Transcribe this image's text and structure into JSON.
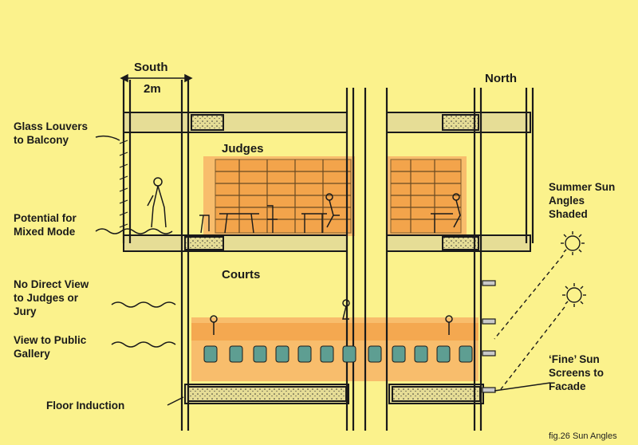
{
  "labels": {
    "south": "South",
    "dimension": "2m",
    "north": "North",
    "judges": "Judges",
    "courts": "Courts",
    "glass_louvers": "Glass Louvers\nto Balcony",
    "mixed_mode": "Potential for\nMixed Mode",
    "no_direct_view": "No Direct View\nto Judges or\nJury",
    "public_gallery": "View to Public\nGallery",
    "floor_induction": "Floor Induction",
    "summer_sun": "Summer Sun\nAngles\nShaded",
    "sun_screens": "‘Fine’ Sun\nScreens to\nFacade"
  },
  "caption": "fig.26 Sun Angles",
  "icons": [
    "sun-icon",
    "person-figure-icon"
  ],
  "colors": {
    "background": "#fbf28c",
    "wash_orange": "#f7b466",
    "tile_orange": "#f29a3e",
    "slab_grey": "#d9cf8a",
    "seat_teal": "#5e9e92",
    "ink": "#1a1a1a"
  }
}
